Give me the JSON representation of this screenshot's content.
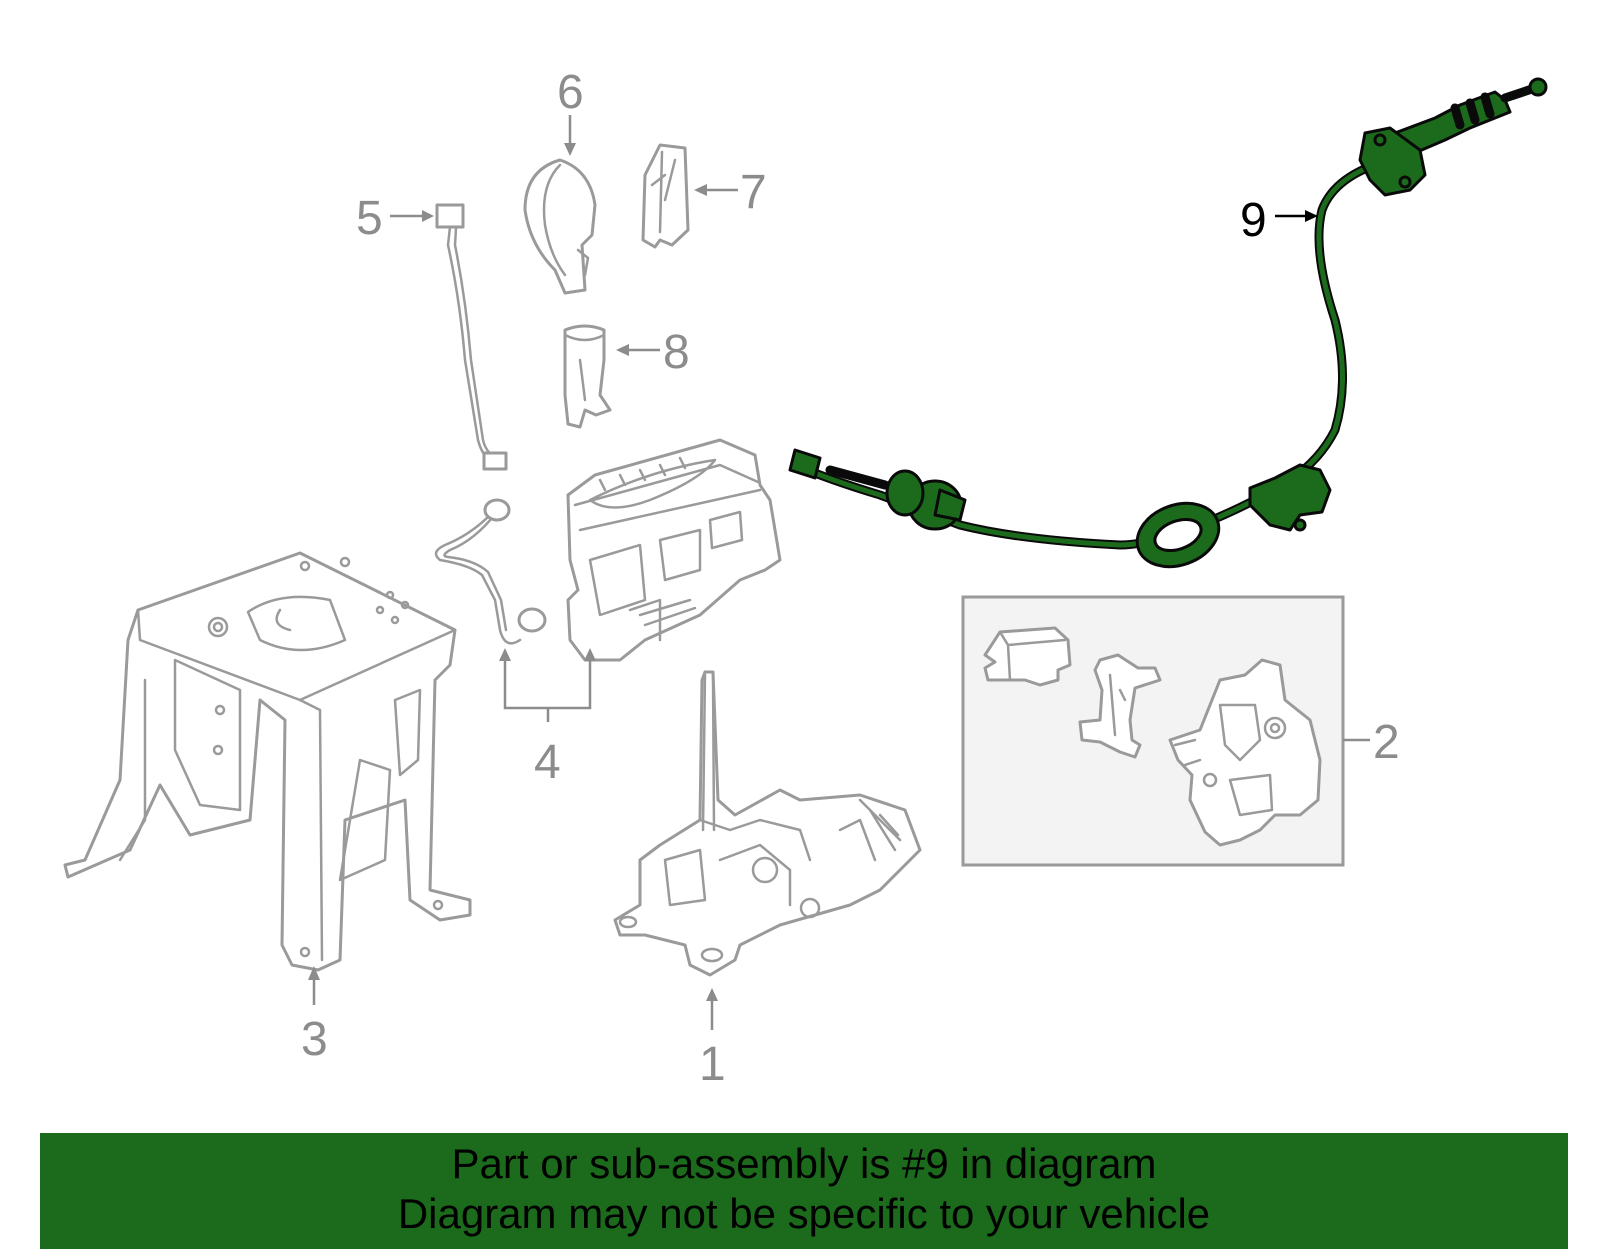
{
  "callouts": [
    "1",
    "2",
    "3",
    "4",
    "5",
    "6",
    "7",
    "8",
    "9"
  ],
  "highlighted_part": "9",
  "banner": {
    "line1": "Part or sub-assembly is #9 in diagram",
    "line2": "Diagram may not be specific to your vehicle",
    "background_color": "#1c6b1c"
  },
  "colors": {
    "highlight_fill": "#1c6b1c",
    "part_outline": "#9a9a9a",
    "callout_text": "#8c8c8c",
    "highlight_callout_text": "#000000",
    "inset_box_fill": "#f3f3f3"
  }
}
